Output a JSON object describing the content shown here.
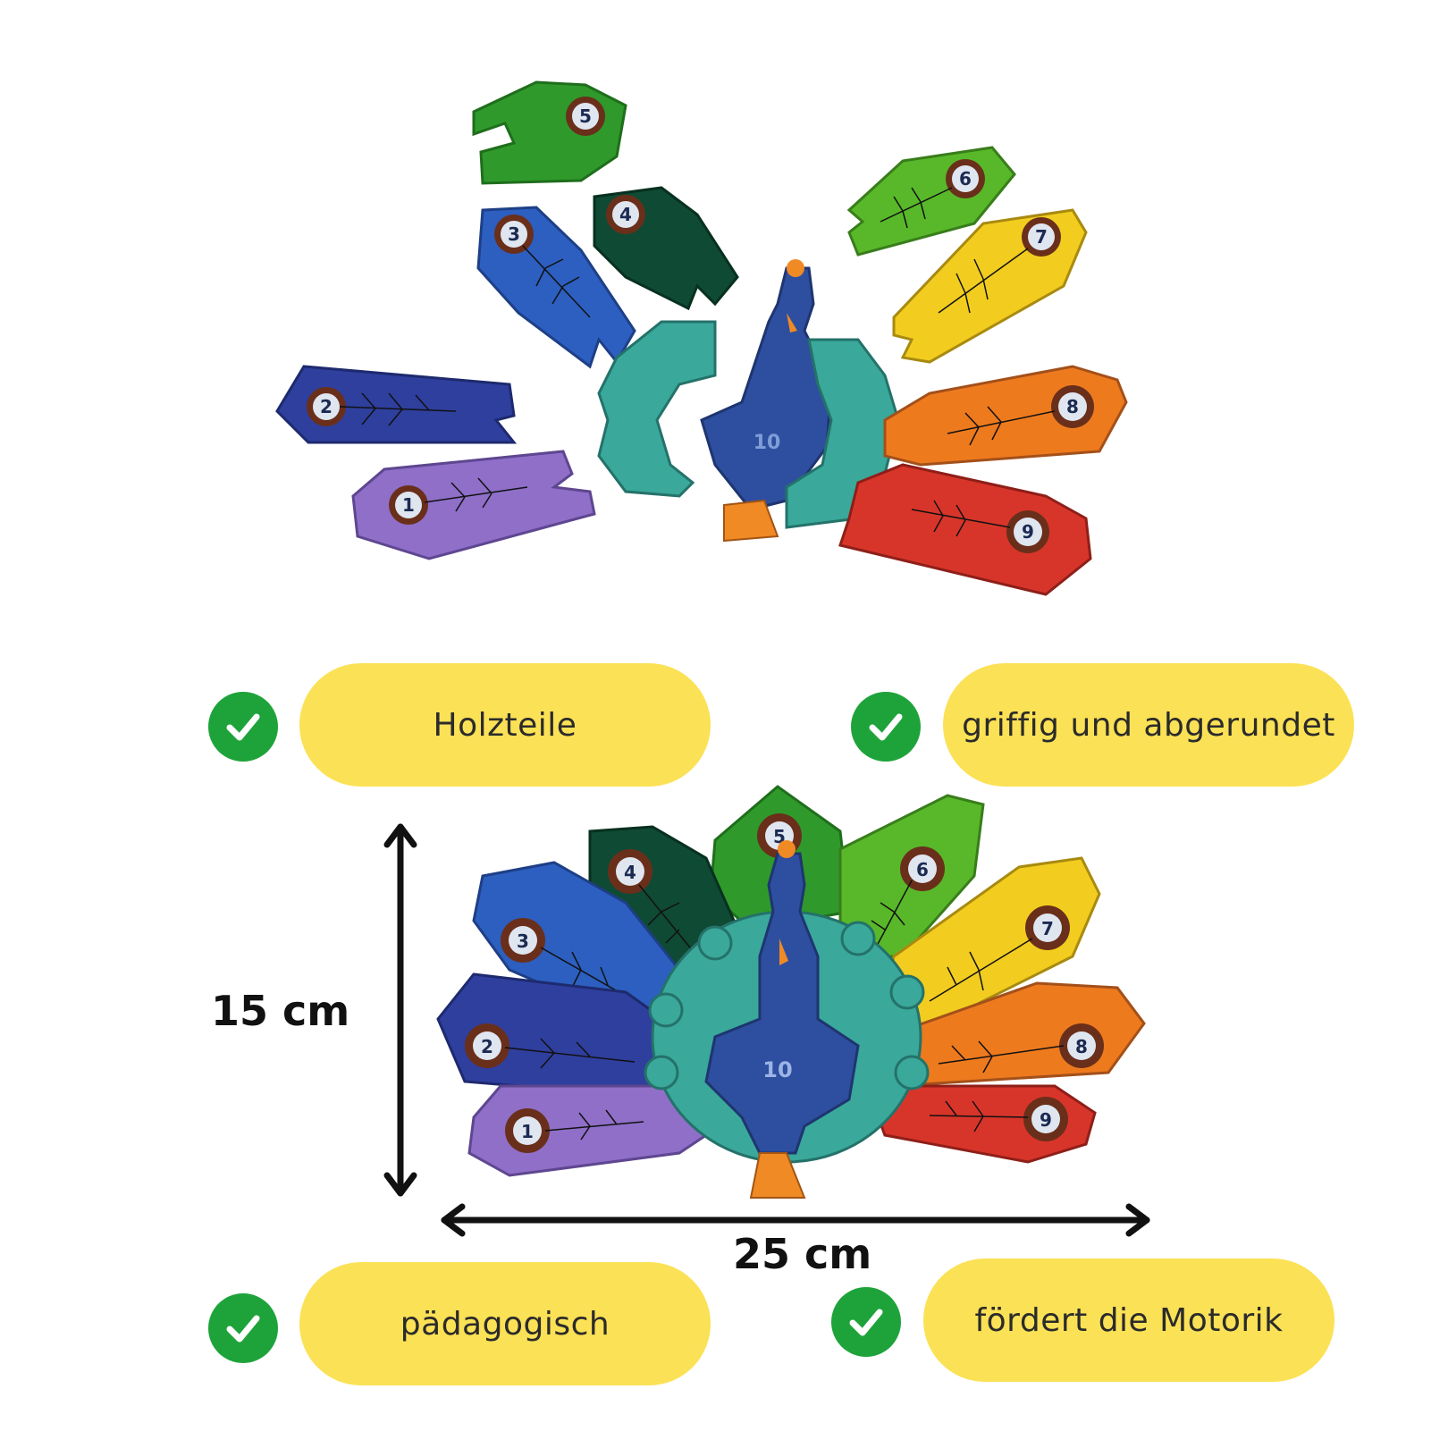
{
  "colors": {
    "badge_bg": "#fbe155",
    "check_bg": "#1ea33a",
    "check_mark": "#ffffff",
    "arrow": "#111111",
    "feather": [
      "#8f6fc8",
      "#2f3f9e",
      "#2c5fc0",
      "#0f4a35",
      "#2f9a2b",
      "#58b82a",
      "#f2cd1f",
      "#ee7a1e",
      "#d8352a"
    ],
    "body": "#2e4f9f",
    "ring": "#3aa89a",
    "beak": "#f08a24"
  },
  "pieces_loose": {
    "numbers": [
      "1",
      "2",
      "3",
      "4",
      "5",
      "6",
      "7",
      "8",
      "9"
    ],
    "body_number": "10"
  },
  "pieces_assembled": {
    "numbers": [
      "1",
      "2",
      "3",
      "4",
      "5",
      "6",
      "7",
      "8",
      "9"
    ],
    "body_number": "10"
  },
  "features": [
    {
      "label": "Holzteile",
      "icon": "check-icon"
    },
    {
      "label": "griffig und abgerundet",
      "icon": "check-icon"
    },
    {
      "label": "pädagogisch",
      "icon": "check-icon"
    },
    {
      "label": "fördert die Motorik",
      "icon": "check-icon"
    }
  ],
  "dimensions": {
    "height": "15 cm",
    "width": "25 cm"
  }
}
